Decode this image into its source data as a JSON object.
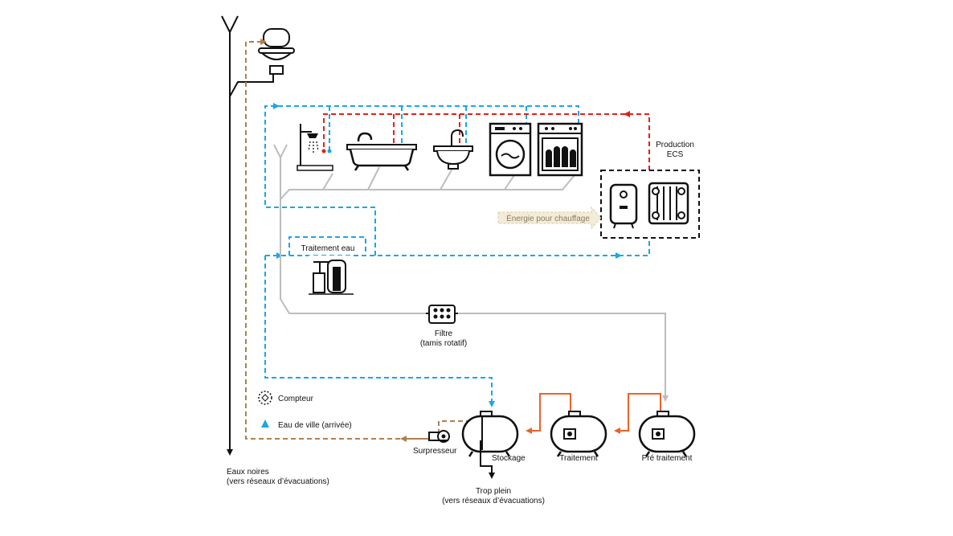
{
  "labels": {
    "production_ecs_line1": "Production",
    "production_ecs_line2": "ECS",
    "energie": "Énergie pour chauffage",
    "traitement_eau": "Traitement eau",
    "filtre_line1": "Filtre",
    "filtre_line2": "(tamis rotatif)",
    "compteur": "Compteur",
    "eau_de_ville": "Eau de ville (arrivée)",
    "eaux_noires_line1": "Eaux noires",
    "eaux_noires_line2": "(vers réseaux d’évacuations)",
    "surpresseur": "Surpresseur",
    "stockage": "Stockage",
    "traitement": "Traitement",
    "pre_traitement": "Pré traitement",
    "trop_plein_line1": "Trop plein",
    "trop_plein_line2": "(vers réseaux d’évacuations)"
  },
  "colors": {
    "cold_water": "#1aa7e8",
    "hot_water": "#e0211b",
    "grey_water": "#bdbdbd",
    "black_water": "#111111",
    "recycled_water": "#b08050",
    "treatment_flow": "#e8632a",
    "energy": "#d8c9a8"
  },
  "icons": [
    "toilet-icon",
    "shower-icon",
    "bathtub-icon",
    "sink-icon",
    "washing-machine-icon",
    "dishwasher-icon",
    "water-heater-icon",
    "heat-exchanger-icon",
    "water-softener-icon",
    "rotary-filter-icon",
    "water-meter-icon",
    "booster-pump-icon",
    "tank-icon"
  ]
}
